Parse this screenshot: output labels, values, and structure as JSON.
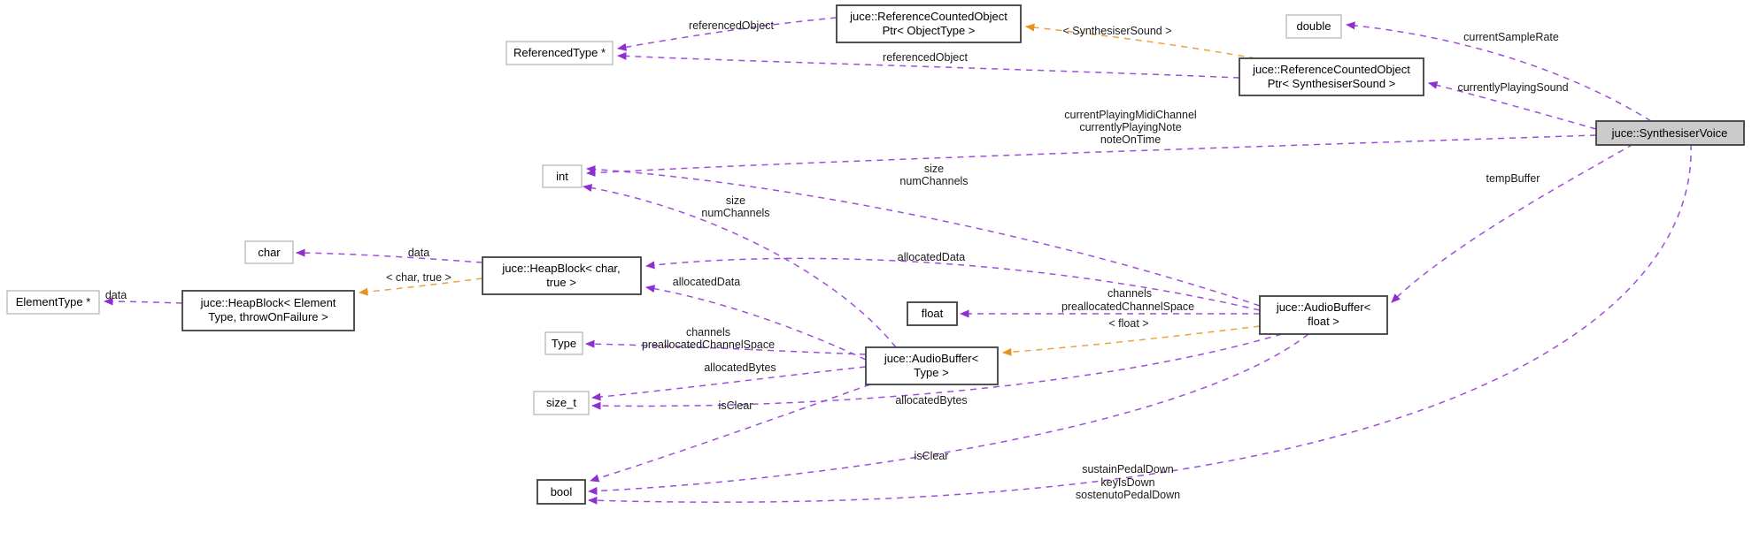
{
  "diagram": {
    "colors": {
      "member_edge": "#9d4fdc",
      "member_arrow": "#8f2fd2",
      "template_edge": "#eda13c",
      "template_arrow": "#e8921a",
      "plain_border": "#ababab",
      "class_border": "#3f3f3f",
      "highlight_fill": "#cbcbcb",
      "background": "#ffffff"
    },
    "nodes": {
      "referencedType": {
        "label": "ReferencedType *"
      },
      "rcoPtrObject": {
        "line1": "juce::ReferenceCountedObject",
        "line2": "Ptr< ObjectType >"
      },
      "double": {
        "label": "double"
      },
      "rcoPtrSynth": {
        "line1": "juce::ReferenceCountedObject",
        "line2": "Ptr< SynthesiserSound >"
      },
      "synthVoice": {
        "label": "juce::SynthesiserVoice"
      },
      "int": {
        "label": "int"
      },
      "char": {
        "label": "char"
      },
      "heapBlockChar": {
        "line1": "juce::HeapBlock< char,",
        "line2": "true >"
      },
      "elementType": {
        "label": "ElementType *"
      },
      "heapBlockElem": {
        "line1": "juce::HeapBlock< Element",
        "line2": "Type, throwOnFailure >"
      },
      "type": {
        "label": "Type"
      },
      "audioBufType": {
        "line1": "juce::AudioBuffer<",
        "line2": "Type >"
      },
      "float": {
        "label": "float"
      },
      "audioBufFloat": {
        "line1": "juce::AudioBuffer<",
        "line2": "float >"
      },
      "sizeT": {
        "label": "size_t"
      },
      "bool": {
        "label": "bool"
      }
    },
    "labels": {
      "referencedObject1": "referencedObject",
      "referencedObject2": "referencedObject",
      "synthSoundTemplate": "< SynthesiserSound >",
      "currentSampleRate": "currentSampleRate",
      "currentlyPlayingSound": "currentlyPlayingSound",
      "playing1": "currentPlayingMidiChannel",
      "playing2": "currentlyPlayingNote",
      "playing3": "noteOnTime",
      "tempBuffer": "tempBuffer",
      "sizeA": "size",
      "numChannelsA": "numChannels",
      "sizeB": "size",
      "numChannelsB": "numChannels",
      "allocatedDataA": "allocatedData",
      "allocatedDataB": "allocatedData",
      "dataChar": "data",
      "charTrueTemplate": "< char, true >",
      "dataElement": "data",
      "channelsA1": "channels",
      "channelsA2": "preallocatedChannelSpace",
      "channelsB1": "channels",
      "channelsB2": "preallocatedChannelSpace",
      "floatTemplate": "< float >",
      "allocatedBytesA": "allocatedBytes",
      "allocatedBytesB": "allocatedBytes",
      "isClearA": "isClear",
      "isClearB": "isClear",
      "pedal1": "sustainPedalDown",
      "pedal2": "keyIsDown",
      "pedal3": "sostenutoPedalDown"
    }
  }
}
